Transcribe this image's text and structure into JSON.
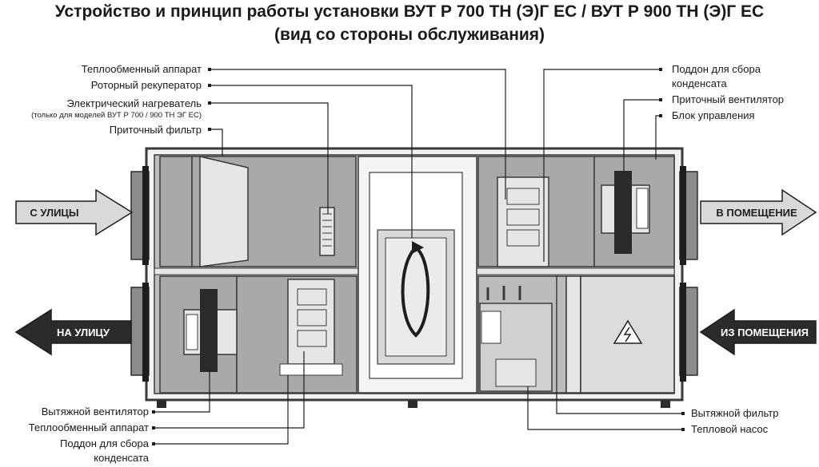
{
  "title": {
    "line1": "Устройство и принцип работы установки ВУТ Р 700 ТН (Э)Г ЕС / ВУТ Р 900 ТН (Э)Г ЕС",
    "line2": "(вид со стороны обслуживания)"
  },
  "labels": {
    "heat_exchanger_top": "Теплообменный аппарат",
    "rotary_recuperator": "Роторный рекуператор",
    "electric_heater": "Электрический нагреватель",
    "electric_heater_note": "(только для моделей ВУТ Р 700 / 900 ТН ЭГ ЕС)",
    "supply_filter": "Приточный фильтр",
    "condensate_tray_top_1": "Поддон для сбора",
    "condensate_tray_top_2": "конденсата",
    "supply_fan": "Приточный вентилятор",
    "control_unit": "Блок управления",
    "exhaust_fan": "Вытяжной вентилятор",
    "heat_exchanger_bottom": "Теплообменный аппарат",
    "condensate_tray_bottom_1": "Поддон для сбора",
    "condensate_tray_bottom_2": "конденсата",
    "exhaust_filter": "Вытяжной фильтр",
    "heat_pump": "Тепловой насос"
  },
  "arrows": {
    "from_street": "С УЛИЦЫ",
    "to_room": "В ПОМЕЩЕНИЕ",
    "to_street": "НА УЛИЦУ",
    "from_room": "ИЗ ПОМЕЩЕНИЯ"
  },
  "colors": {
    "panel": "#a9a9a9",
    "frame": "#3a3a3a",
    "light": "#e6e6e6",
    "arrow_light": "#d9d9d9",
    "arrow_dark": "#2b2b2b"
  }
}
